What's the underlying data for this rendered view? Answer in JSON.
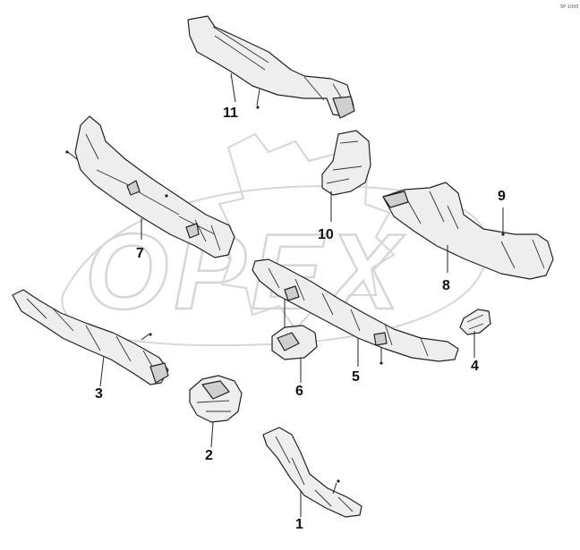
{
  "corner_mark": "5P 1095",
  "watermark": {
    "text": "OPEX"
  },
  "callouts": [
    {
      "id": "1",
      "label": "1"
    },
    {
      "id": "2",
      "label": "2"
    },
    {
      "id": "3",
      "label": "3"
    },
    {
      "id": "4",
      "label": "4"
    },
    {
      "id": "5",
      "label": "5"
    },
    {
      "id": "6",
      "label": "6"
    },
    {
      "id": "7",
      "label": "7"
    },
    {
      "id": "8",
      "label": "8"
    },
    {
      "id": "9",
      "label": "9"
    },
    {
      "id": "10",
      "label": "10"
    },
    {
      "id": "11",
      "label": "11"
    }
  ]
}
